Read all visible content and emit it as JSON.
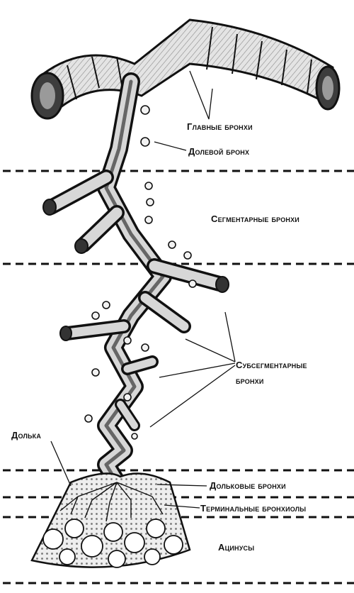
{
  "labels": {
    "main_bronchi": "Главные бронхи",
    "lobar_bronchus": "Долевой бронх",
    "segmental_bronchi": "Сегментарные бронхи",
    "subsegmental_bronchi_line1": "Субсегментарные",
    "subsegmental_bronchi_line2": "бронхи",
    "lobule": "Долька",
    "lobular_bronchi": "Дольковые бронхи",
    "terminal_bronchioles": "Терминальные бронхиолы",
    "acini": "Ацинусы"
  },
  "colors": {
    "ink": "#111111",
    "wall": "#d9d9d9",
    "lumen": "#5a5a5a",
    "background": "#ffffff"
  }
}
